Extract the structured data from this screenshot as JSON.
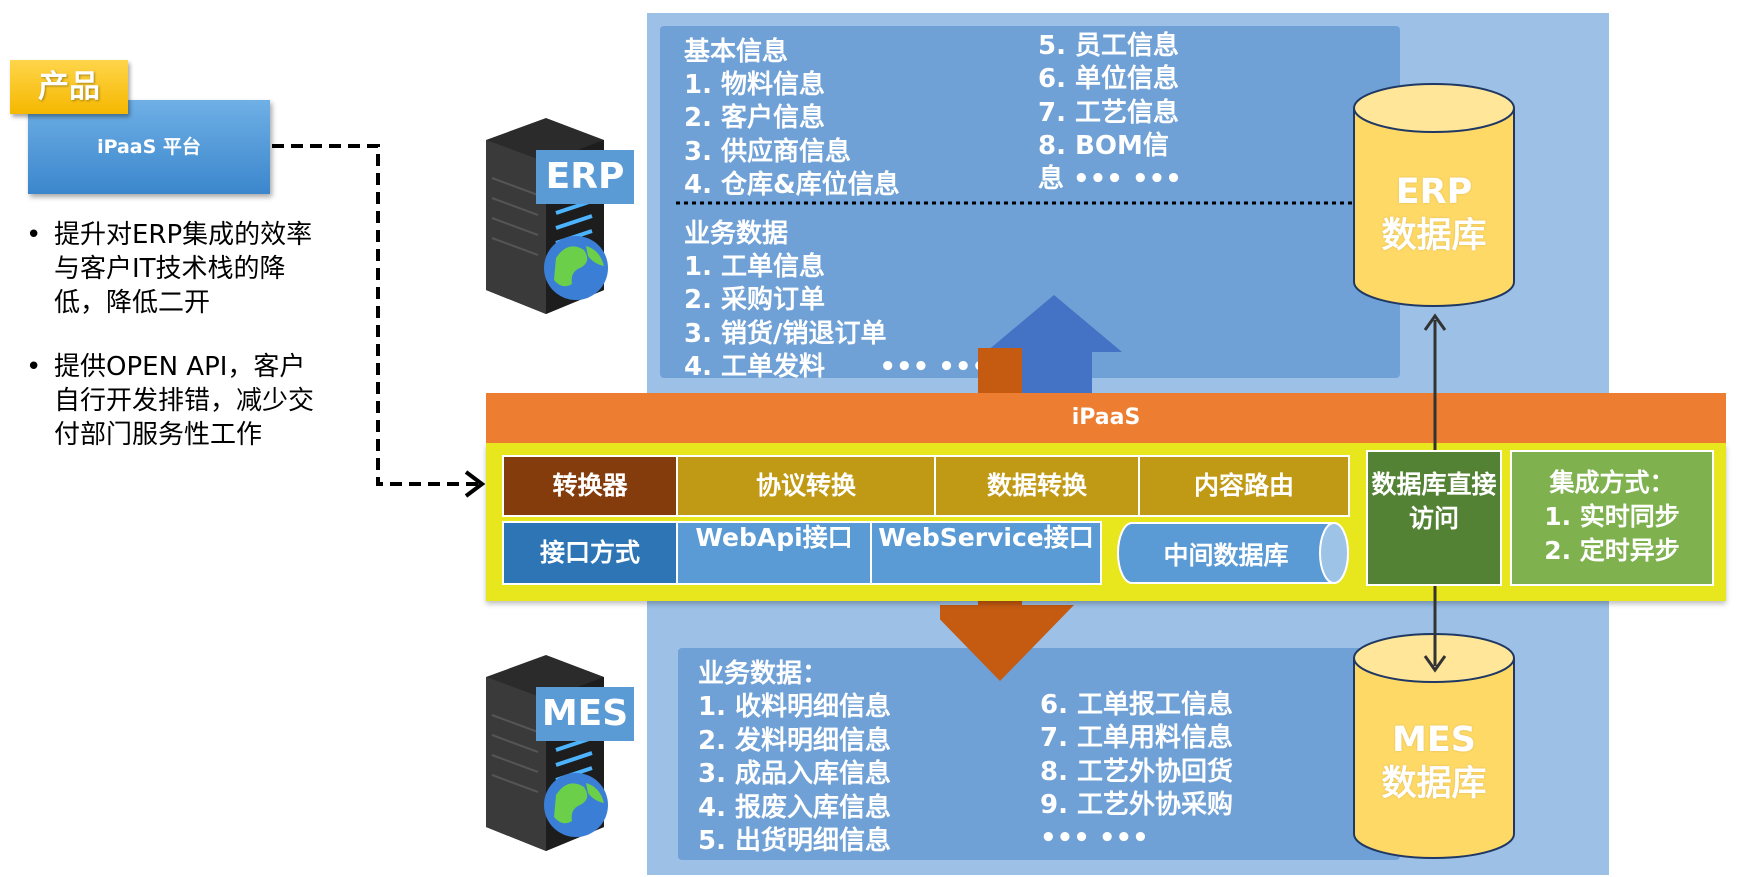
{
  "product": {
    "tag": "产品",
    "platform": "iPaaS 平台",
    "bullets": [
      "提升对ERP集成的效率与客户IT技术栈的降低，降低二开",
      "提供OPEN API，客户自行开发排错，减少交付部门服务性工作"
    ]
  },
  "erp": {
    "label": "ERP",
    "basic_title": "基本信息",
    "basic_left": [
      "1. 物料信息",
      "2. 客户信息",
      "3. 供应商信息",
      "4. 仓库&库位信息"
    ],
    "basic_right": [
      "5. 员工信息",
      "6. 单位信息",
      "7. 工艺信息",
      "8. BOM信",
      "息 ••• •••"
    ],
    "biz_title": "业务数据",
    "biz_items": [
      "1. 工单信息",
      "2. 采购订单",
      "3. 销货/销退订单",
      "4. 工单发料      ••• •••"
    ],
    "db_line1": "ERP",
    "db_line2": "数据库"
  },
  "mes": {
    "label": "MES",
    "biz_title": "业务数据：",
    "left_items": [
      "1. 收料明细信息",
      "2. 发料明细信息",
      "3. 成品入库信息",
      "4. 报废入库信息",
      "5. 出货明细信息"
    ],
    "right_items": [
      "6. 工单报工信息",
      "7. 工单用料信息",
      "8. 工艺外协回货",
      "9. 工艺外协采购",
      "••• •••"
    ],
    "db_line1": "MES",
    "db_line2": "数据库"
  },
  "ipaas": {
    "title": "iPaaS",
    "converter": "转换器",
    "protocol": "协议转换",
    "data_convert": "数据转换",
    "routing": "内容路由",
    "interface_mode": "接口方式",
    "webapi": "WebApi接口",
    "webservice": "WebService接口",
    "middle_db": "中间数据库",
    "direct_db": "数据库直接访问",
    "integration_title": "集成方式：",
    "integration_items": [
      "1. 实时同步",
      "2. 定时异步"
    ]
  },
  "colors": {
    "ipaas_bar": "#ed7d31",
    "ipaas_body": "#e8e61c",
    "panel": "#9cc0e6",
    "db_fill": "#ffd966",
    "arrow_orange": "#c55a11",
    "arrow_blue": "#4472c4"
  }
}
